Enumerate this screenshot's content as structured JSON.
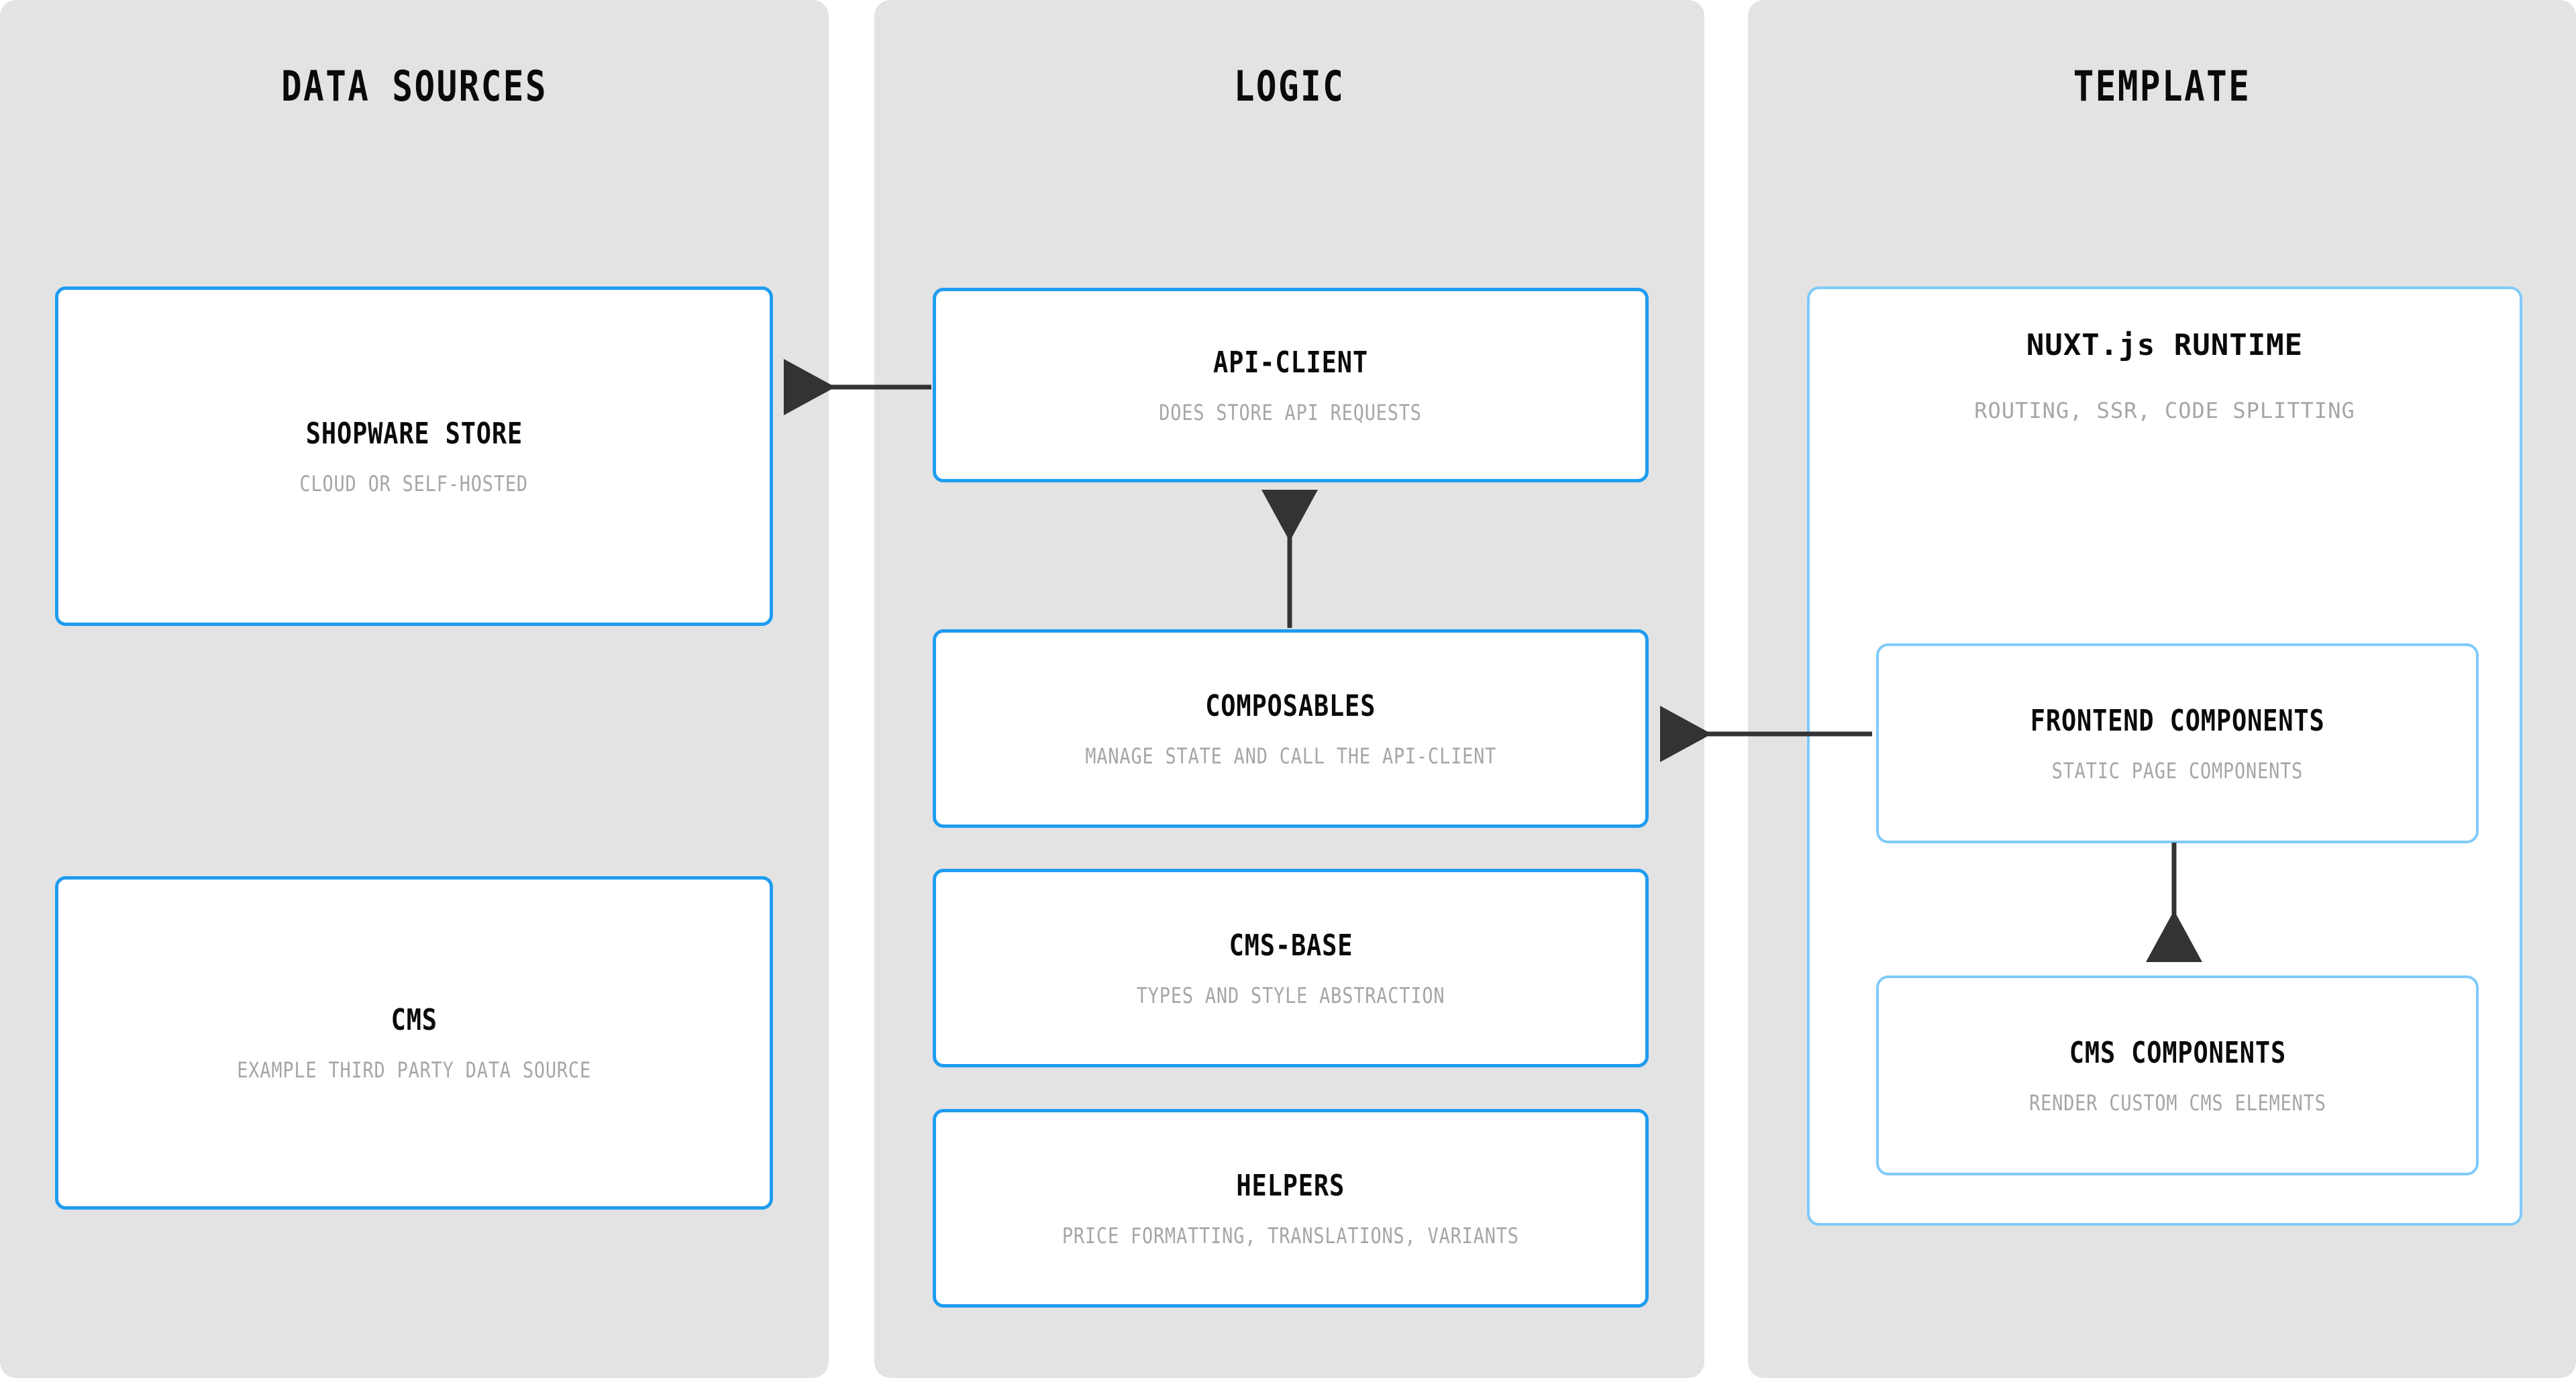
{
  "diagram": {
    "type": "architecture-swimlane",
    "background": "#ffffff",
    "lane_fill": "#e3e3e3",
    "node_border": "#1f9cf0",
    "nested_border": "#7ecbfa",
    "connector_color": "#333333",
    "title_color": "#0a0a0a",
    "subtitle_color": "#a6a6a6"
  },
  "lanes": [
    {
      "id": "data-sources",
      "title": "DATA SOURCES"
    },
    {
      "id": "logic",
      "title": "LOGIC"
    },
    {
      "id": "template",
      "title": "TEMPLATE"
    }
  ],
  "nodes": {
    "shopware_store": {
      "title": "SHOPWARE STORE",
      "subtitle": "CLOUD OR SELF-HOSTED"
    },
    "cms": {
      "title": "CMS",
      "subtitle": "EXAMPLE THIRD PARTY DATA SOURCE"
    },
    "api_client": {
      "title": "API-CLIENT",
      "subtitle": "DOES STORE API REQUESTS"
    },
    "composables": {
      "title": "COMPOSABLES",
      "subtitle": "MANAGE STATE AND CALL THE API-CLIENT"
    },
    "cms_base": {
      "title": "CMS-BASE",
      "subtitle": "TYPES AND STYLE ABSTRACTION"
    },
    "helpers": {
      "title": "HELPERS",
      "subtitle": "PRICE FORMATTING, TRANSLATIONS, VARIANTS"
    },
    "nuxt_runtime": {
      "title": "NUXT.js RUNTIME",
      "subtitle": "ROUTING, SSR, CODE SPLITTING"
    },
    "frontend_components": {
      "title": "FRONTEND COMPONENTS",
      "subtitle": "STATIC PAGE COMPONENTS"
    },
    "cms_components": {
      "title": "CMS COMPONENTS",
      "subtitle": "RENDER CUSTOM CMS ELEMENTS"
    }
  },
  "connections": [
    {
      "id": "api-client-to-shopware-store",
      "from": "api_client",
      "to": "shopware_store",
      "direction": "left"
    },
    {
      "id": "composables-to-api-client",
      "from": "composables",
      "to": "api_client",
      "direction": "up"
    },
    {
      "id": "frontend-components-to-composables",
      "from": "frontend_components",
      "to": "composables",
      "direction": "left"
    },
    {
      "id": "frontend-components-to-cms-components",
      "from": "frontend_components",
      "to": "cms_components",
      "direction": "down"
    }
  ]
}
